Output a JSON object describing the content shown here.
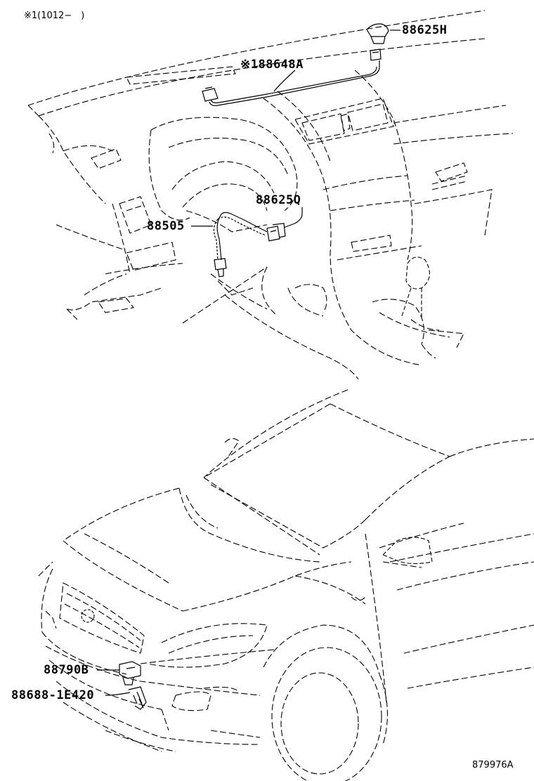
{
  "note": "※1(1012−　)",
  "labels": {
    "p88625h": "88625H",
    "p88648a": "※188648A",
    "p88625q": "88625Q",
    "p88505": "88505",
    "p88790b": "88790B",
    "p88688": "88688-1E420"
  },
  "figure_number": "879976A"
}
